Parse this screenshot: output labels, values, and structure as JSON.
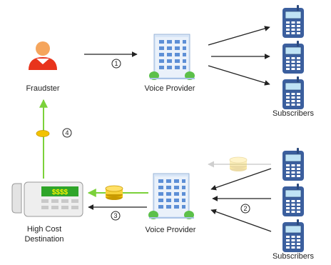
{
  "labels": {
    "fraudster": "Fraudster",
    "voice_provider_top": "Voice Provider",
    "subscribers_top": "Subscribers",
    "high_cost_line1": "High Cost",
    "high_cost_line2": "Destination",
    "voice_provider_bottom": "Voice Provider",
    "subscribers_bottom": "Subscribers"
  },
  "steps": {
    "one": "1",
    "two": "2",
    "three": "3",
    "four": "4"
  },
  "money_display": "$$$$",
  "colors": {
    "arrow": "#222222",
    "money_arrow": "#7bd13a",
    "fraudster_red": "#e8341c",
    "building_blue": "#5d8fd6",
    "coin_yellow": "#f2c200",
    "phone_blue": "#3b5f9e",
    "phone_screen": "#bfe3f5"
  },
  "icons": [
    "person-icon",
    "building-icon",
    "mobile-phone-icon",
    "desk-phone-icon",
    "coin-stack-icon"
  ]
}
